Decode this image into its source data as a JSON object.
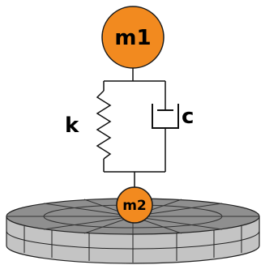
{
  "masses": {
    "top": {
      "label": "m1"
    },
    "bottom": {
      "label": "m2"
    }
  },
  "elements": {
    "spring": {
      "label": "k"
    },
    "damper": {
      "label": "c"
    }
  },
  "colors": {
    "mass_fill": "#f28a1f",
    "mass_stroke": "#1a1a1a",
    "line": "#111111",
    "platform_top": "#8f8f8f",
    "platform_side": "#c4c4c4",
    "platform_stroke": "#222222"
  }
}
